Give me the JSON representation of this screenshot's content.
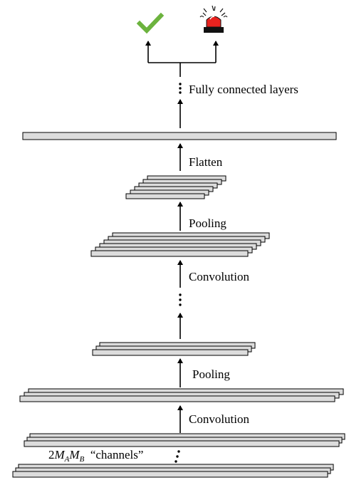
{
  "labels": {
    "fully_connected": "Fully connected layers",
    "flatten": "Flatten",
    "pooling_upper": "Pooling",
    "convolution_upper": "Convolution",
    "pooling_lower": "Pooling",
    "convolution_lower": "Convolution",
    "channels_prefix": "2",
    "channels_m": "M",
    "channels_sub_a": "A",
    "channels_sub_b": "B",
    "channels_word": "“channels”"
  },
  "icons": {
    "ok": "checkmark-icon",
    "alarm": "alarm-siren-icon"
  },
  "colors": {
    "layer_fill": "#dcdcdc",
    "stroke": "#000000",
    "check": "#6cb33e",
    "siren": "#e8231f"
  }
}
